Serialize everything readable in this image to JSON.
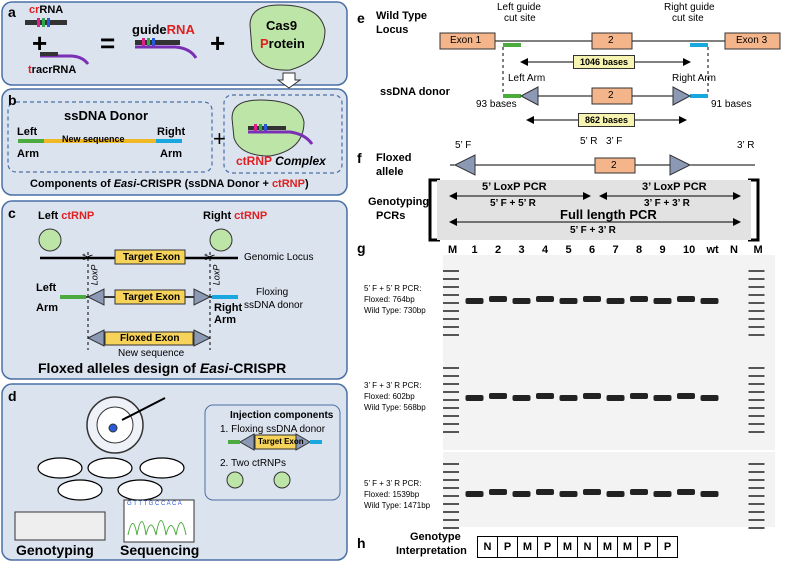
{
  "panel_a": {
    "letter": "a",
    "crrna_prefix": "cr",
    "crrna_suffix": "RNA",
    "tracrrna_prefix": "t",
    "tracrrna_suffix": "racrRNA",
    "plus1": "+",
    "eq": "=",
    "guide_prefix": "guide",
    "guide_rna": "RNA",
    "plus2": "+",
    "cas9": "Cas9",
    "protein_p": "P",
    "protein_rest": "rotein"
  },
  "panel_b": {
    "letter": "b",
    "title": "ssDNA Donor",
    "left": "Left",
    "left_arm": "Arm",
    "new_seq": "New sequence",
    "right": "Right",
    "right_arm": "Arm",
    "plus": "+",
    "ctrnp": "ctRNP",
    "complex": "Complex",
    "caption_pre": "Components of ",
    "caption_easi": "Easi",
    "caption_mid": "-CRISPR  (ssDNA Donor + ",
    "caption_ctrnp": "ctRNP",
    "caption_end": ")"
  },
  "panel_c": {
    "letter": "c",
    "left_pre": "Left ",
    "right_pre": "Right ",
    "ctrnp": "ctRNP",
    "target_exon": "Target Exon",
    "genomic_locus": "Genomic Locus",
    "loxp": "LoxP",
    "left": "Left",
    "right": "Right",
    "arm": "Arm",
    "floxing": "Floxing",
    "ssdna_donor": "ssDNA donor",
    "floxed_exon": "Floxed Exon",
    "new_sequence": "New sequence",
    "caption_pre": "Floxed alleles design of ",
    "caption_easi": "Easi",
    "caption_end": "-CRISPR"
  },
  "panel_d": {
    "letter": "d",
    "injection": "Injection components",
    "item1": "1. Floxing ssDNA donor",
    "target_exon": "Target Exon",
    "item2": "2. Two ctRNPs",
    "genotyping": "Genotyping",
    "sequencing": "Sequencing",
    "seq_letters": "G T T T G C C A C A"
  },
  "panel_e": {
    "letter": "e",
    "wild_type": "Wild Type",
    "locus": "Locus",
    "left_guide": "Left guide",
    "cut_site": "cut site",
    "right_guide": "Right guide",
    "exon1": "Exon 1",
    "exon2": "2",
    "exon3": "Exon 3",
    "bases1046": "1046 bases",
    "ssdna_donor": "ssDNA donor",
    "left_arm": "Left Arm",
    "right_arm": "Right Arm",
    "bases93": "93 bases",
    "bases91": "91 bases",
    "bases862": "862 bases"
  },
  "panel_f": {
    "letter": "f",
    "floxed": "Floxed",
    "allele": "allele",
    "p5f": "5’ F",
    "p5r": "5’ R",
    "p3f": "3’ F",
    "p3r": "3’ R",
    "exon2": "2",
    "genotyping": "Genotyping",
    "pcrs": "PCRs",
    "loxp5": "5’ LoxP PCR",
    "loxp3": "3’ LoxP PCR",
    "pair5": "5’ F + 5’ R",
    "pair3": "3’ F + 3’ R",
    "full": "Full length PCR",
    "pairfull": "5’ F + 3’ R"
  },
  "panel_g": {
    "letter": "g",
    "lanes": [
      "M",
      "1",
      "2",
      "3",
      "4",
      "5",
      "6",
      "7",
      "8",
      "9",
      "10",
      "wt",
      "N",
      "M"
    ],
    "gel1": [
      "5’ F + 5’ R PCR:",
      "Floxed: 764bp",
      "Wild Type: 730bp"
    ],
    "gel2": [
      "3’ F + 3’ R PCR:",
      "Floxed: 602bp",
      "Wild Type: 568bp"
    ],
    "gel3": [
      "5’ F + 3’ R PCR:",
      "Floxed: 1539bp",
      "Wild Type: 1471bp"
    ]
  },
  "panel_h": {
    "letter": "h",
    "genotype": "Genotype",
    "interpretation": "Interpretation",
    "calls": [
      "N",
      "P",
      "M",
      "P",
      "M",
      "N",
      "M",
      "M",
      "P",
      "P"
    ]
  }
}
